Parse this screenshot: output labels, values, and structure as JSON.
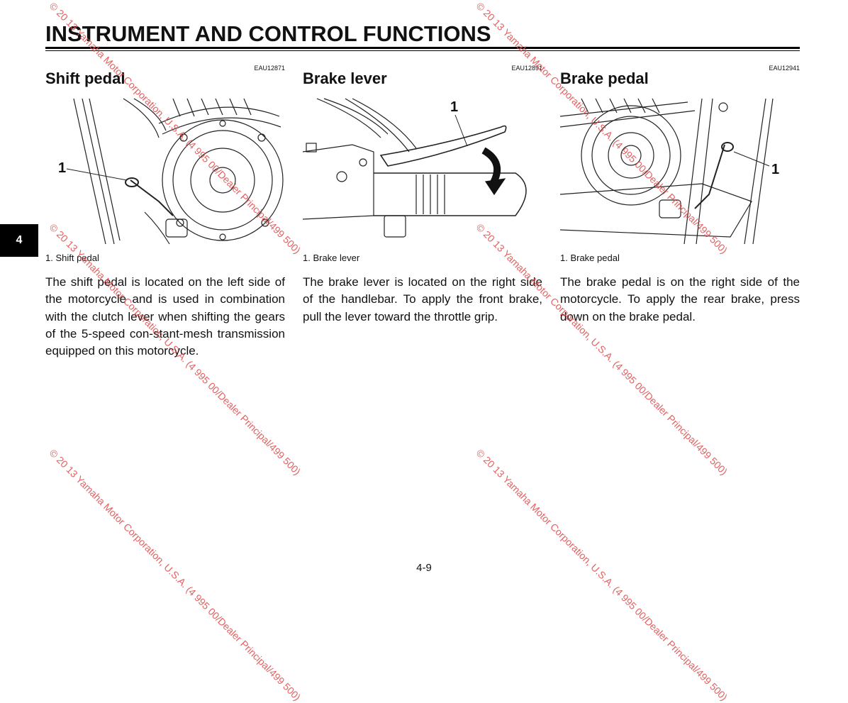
{
  "header": {
    "title": "INSTRUMENT AND CONTROL FUNCTIONS"
  },
  "chapter_tab": "4",
  "page_number": "4-9",
  "sections": [
    {
      "code": "EAU12871",
      "title": "Shift pedal",
      "callout": "1",
      "caption": "1. Shift pedal",
      "body": "The shift pedal is located on the left side of the motorcycle and is used in combination with the clutch lever when shifting the gears of the 5-speed con-stant-mesh transmission equipped on this motorcycle."
    },
    {
      "code": "EAU12891",
      "title": "Brake lever",
      "callout": "1",
      "caption": "1. Brake lever",
      "body": "The brake lever is located on the right side of the handlebar. To apply the front brake, pull the lever toward the throttle grip."
    },
    {
      "code": "EAU12941",
      "title": "Brake pedal",
      "callout": "1",
      "caption": "1. Brake pedal",
      "body": "The brake pedal is on the right side of the motorcycle. To apply the rear brake, press down on the brake pedal."
    }
  ],
  "watermark": "© 20 13 Yamaha Motor Corporation, U.S.A. (4 995 00/Dealer Principal/499 500)",
  "colors": {
    "watermark": "#e05050",
    "text": "#111111"
  }
}
